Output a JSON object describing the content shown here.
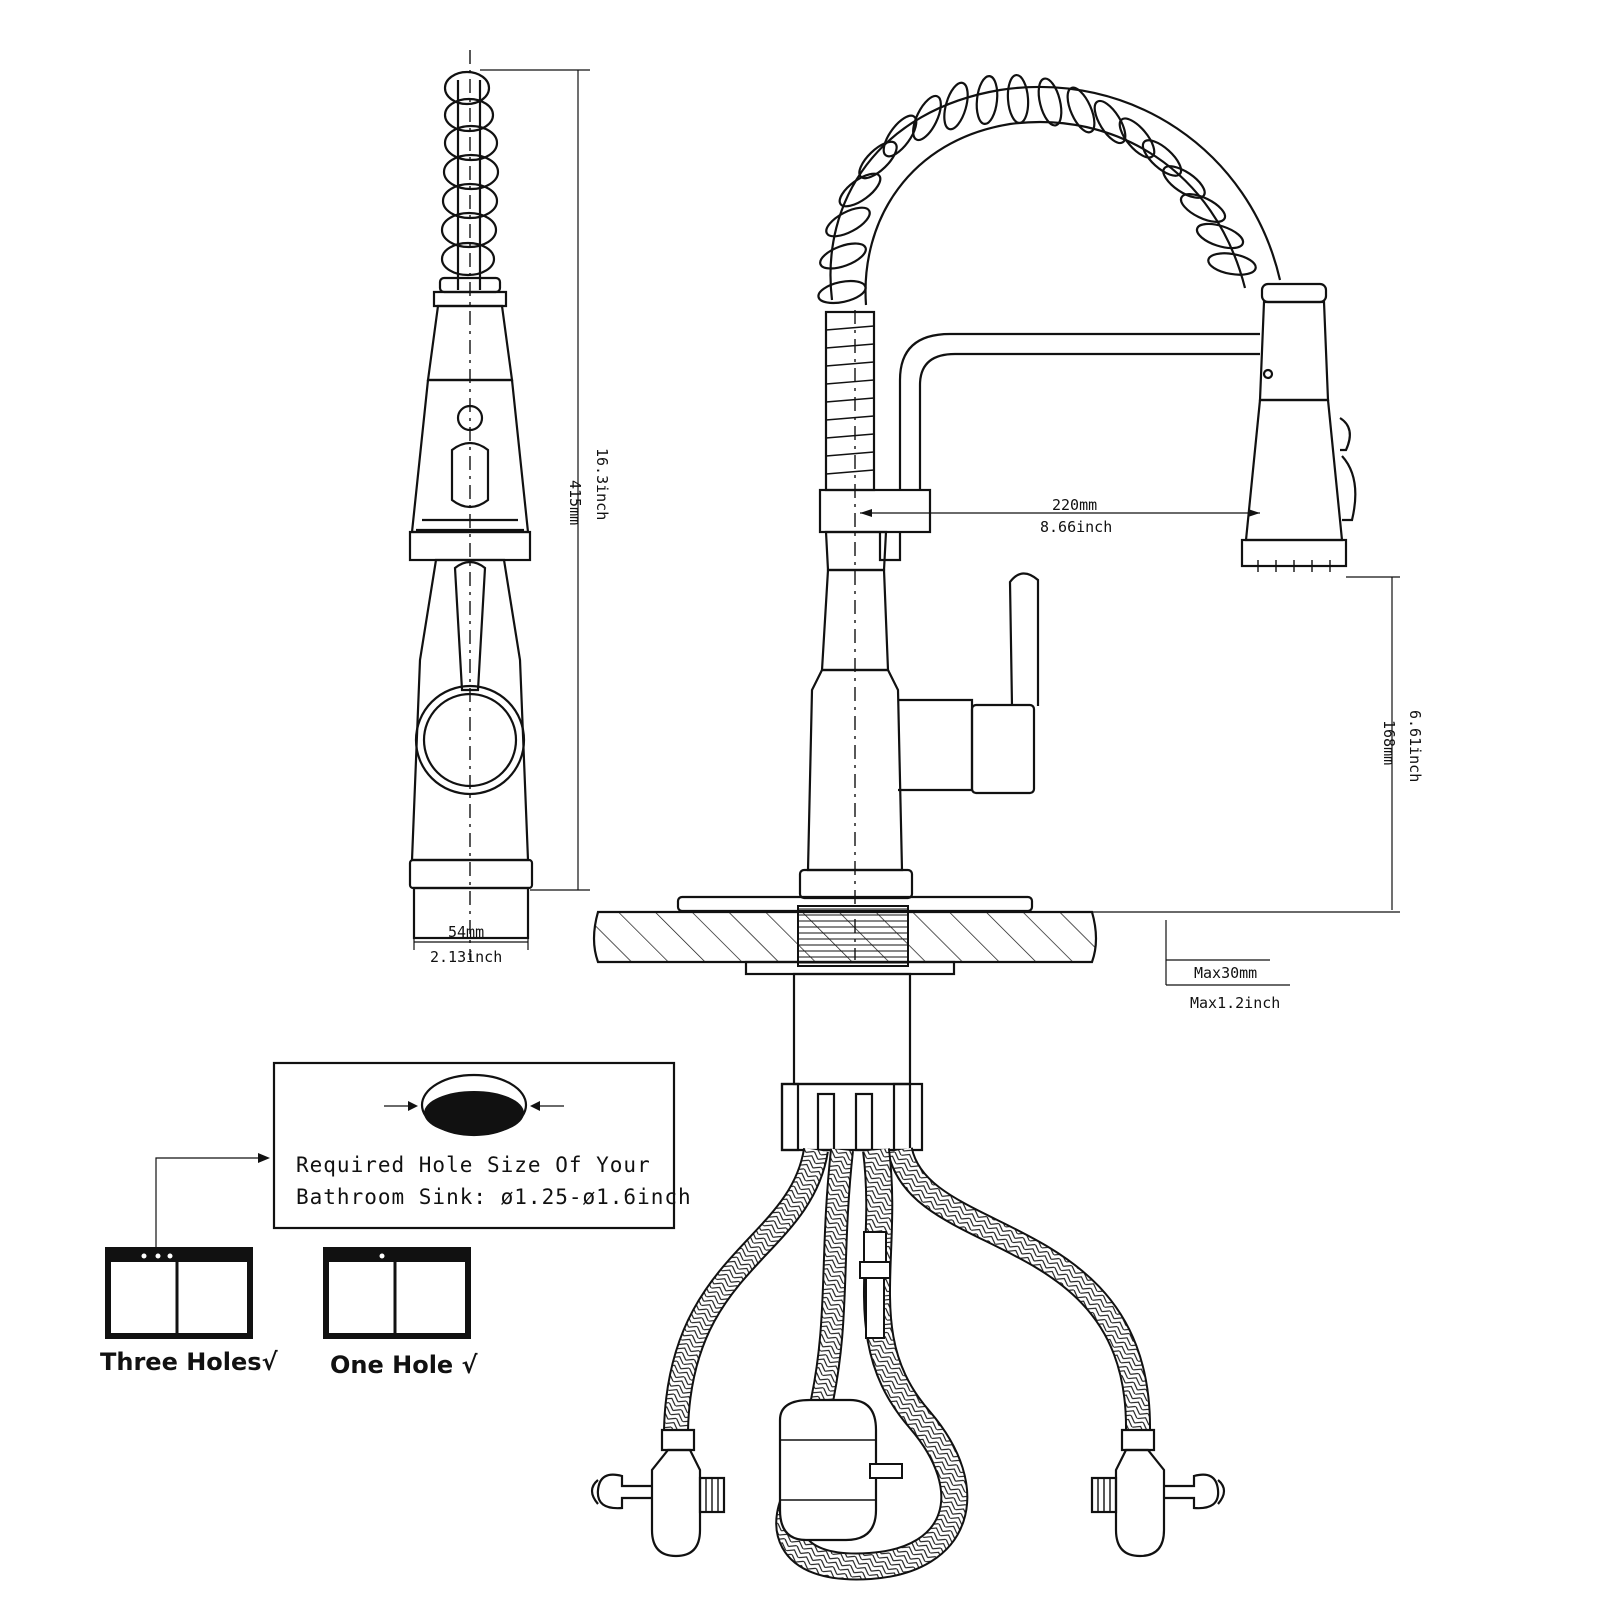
{
  "dimensions": {
    "height_mm": "415mm",
    "height_inch": "16.3inch",
    "base_mm": "54mm",
    "base_inch": "2.13inch",
    "reach_mm": "220mm",
    "reach_inch": "8.66inch",
    "spout_mm": "168mm",
    "spout_inch": "6.61inch",
    "deck_mm": "Max30mm",
    "deck_inch": "Max1.2inch"
  },
  "hole_note": {
    "line1": "Required Hole Size Of Your",
    "line2": "Bathroom Sink: ø1.25-ø1.6inch"
  },
  "sinks": {
    "three": "Three Holes√",
    "one": "One Hole √"
  }
}
